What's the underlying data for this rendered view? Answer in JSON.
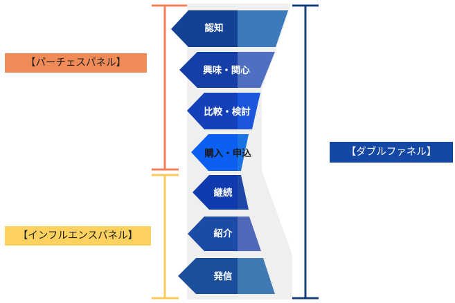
{
  "labels": {
    "purchase_funnel": "【パーチェスパネル】",
    "influence_funnel": "【インフルエンスパネル】",
    "double_funnel": "【ダブルファネル】"
  },
  "stages": [
    {
      "label": "認知"
    },
    {
      "label": "興味・関心"
    },
    {
      "label": "比較・検討"
    },
    {
      "label": "購入・申込"
    },
    {
      "label": "継続"
    },
    {
      "label": "紹介"
    },
    {
      "label": "発信"
    }
  ],
  "colors": {
    "purchase_bracket": "#f47f5b",
    "influence_bracket": "#fcc95a",
    "double_bracket": "#143f7a",
    "funnel_background": "#efeff0"
  }
}
